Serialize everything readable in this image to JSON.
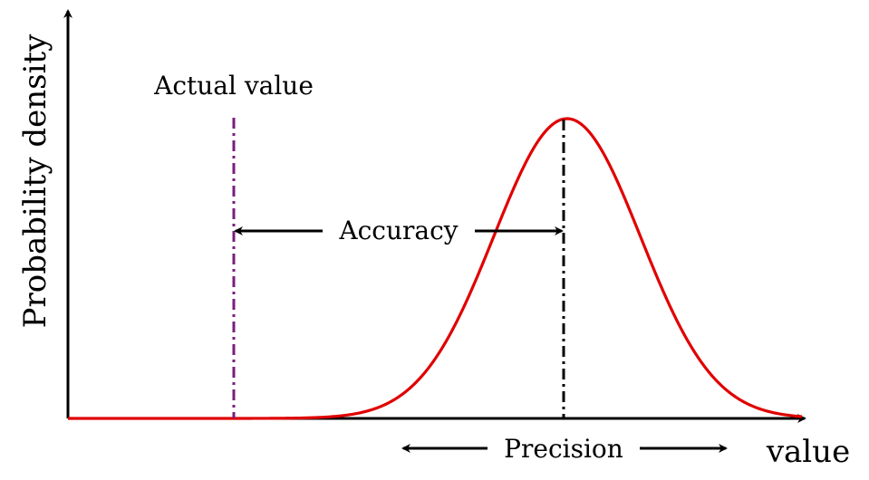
{
  "labels": {
    "y_axis": "Probability density",
    "x_axis": "value",
    "actual_value": "Actual value",
    "accuracy": "Accuracy",
    "precision": "Precision"
  },
  "colors": {
    "curve": "#e00000",
    "actual_value": "#7b1c7f",
    "axes": "#000000",
    "mean_line": "#000000"
  },
  "curve": {
    "type": "gaussian",
    "mean": 0.68,
    "sigma": 0.1
  },
  "actual_value_position": 0.23
}
